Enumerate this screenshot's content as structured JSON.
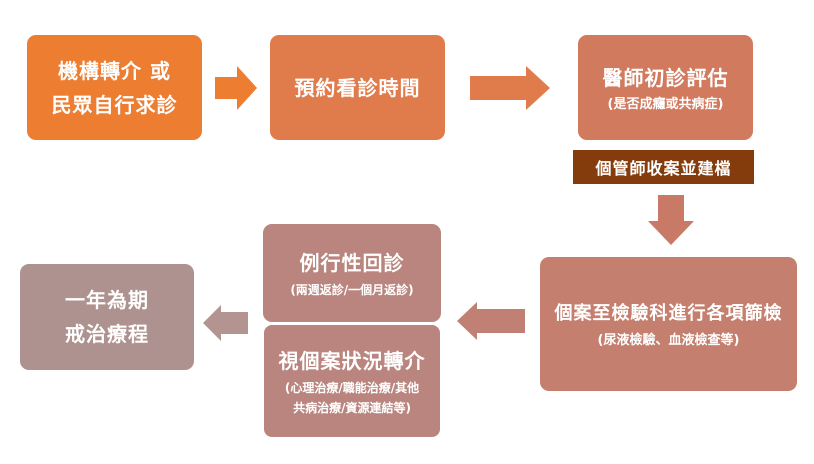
{
  "steps": {
    "referral": {
      "line1": "機構轉介 或",
      "line2": "民眾自行求診"
    },
    "appointment": {
      "title": "預約看診時間"
    },
    "initial_eval": {
      "title": "醫師初診評估",
      "subtitle": "(是否成癮或共病症)"
    },
    "case_manager": {
      "title": "個管師收案並建檔"
    },
    "screening": {
      "title": "個案至檢驗科進行各項篩檢",
      "subtitle": "(尿液檢驗、血液檢查等)"
    },
    "routine_visit": {
      "title": "例行性回診",
      "subtitle": "(兩週返診/一個月返診)"
    },
    "referral_by_case": {
      "title": "視個案狀況轉介",
      "subtitle1": "(心理治療/職能治療/其他",
      "subtitle2": "共病治療/資源連結等)"
    },
    "one_year": {
      "line1": "一年為期",
      "line2": "戒治療程"
    }
  },
  "colors": {
    "orange": "#ED7D31",
    "step2": "#E07B4B",
    "step3": "#D17A5E",
    "band": "#843C0C",
    "step4": "#C47F6E",
    "step5": "#B9857E",
    "step7": "#AE928F"
  }
}
